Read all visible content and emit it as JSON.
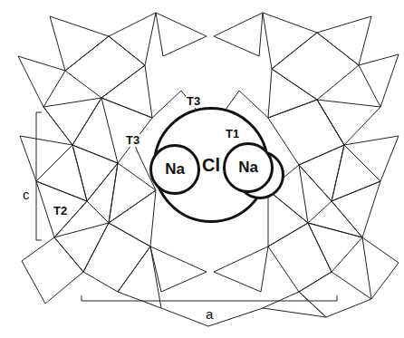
{
  "diagram": {
    "nodes": [
      {
        "text": [
          "Na"
        ]
      },
      {
        "text": [
          "Cl"
        ]
      },
      {
        "text": [
          "Na"
        ]
      }
    ],
    "labels": [
      "T3",
      "T1",
      "T3",
      "T2",
      "c",
      "a"
    ]
  }
}
